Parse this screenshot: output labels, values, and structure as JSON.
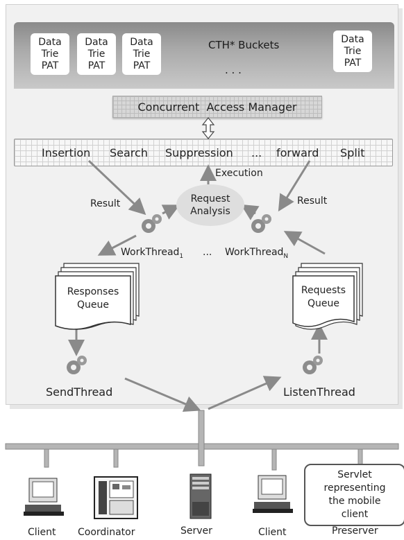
{
  "buckets_title": "CTH* Buckets",
  "buckets_dots": ". . .",
  "buckets": [
    {
      "l1": "Data",
      "l2": "Trie",
      "l3": "PAT"
    },
    {
      "l1": "Data",
      "l2": "Trie",
      "l3": "PAT"
    },
    {
      "l1": "Data",
      "l2": "Trie",
      "l3": "PAT"
    },
    {
      "l1": "Data",
      "l2": "Trie",
      "l3": "PAT"
    }
  ],
  "access_manager": "Concurrent  Access Manager",
  "operations": {
    "insertion": "Insertion",
    "search": "Search",
    "suppression": "Suppression",
    "ellipsis": "...",
    "forward": "forward",
    "split": "Split"
  },
  "execution": "Execution",
  "result_left": "Result",
  "result_right": "Result",
  "request_analysis": {
    "l1": "Request",
    "l2": "Analysis"
  },
  "workthread_1": {
    "base": "WorkThread",
    "sub": "1"
  },
  "workthread_dots": "...",
  "workthread_n": {
    "base": "WorkThread",
    "sub": "N"
  },
  "responses_queue": {
    "l1": "Responses",
    "l2": "Queue"
  },
  "requests_queue": {
    "l1": "Requests",
    "l2": "Queue"
  },
  "send_thread": "SendThread",
  "listen_thread": "ListenThread",
  "nodes": {
    "client1": "Client",
    "coordinator": "Coordinator",
    "server": "Server",
    "client2": "Client",
    "preserver": "Preserver"
  },
  "servlet": {
    "l1": "Servlet",
    "l2": "representing",
    "l3": "the mobile",
    "l4": "client"
  },
  "colors": {
    "arrow": "#8a8a8a",
    "gear": "#8c8c8c",
    "bus": "#b5b5b5"
  }
}
